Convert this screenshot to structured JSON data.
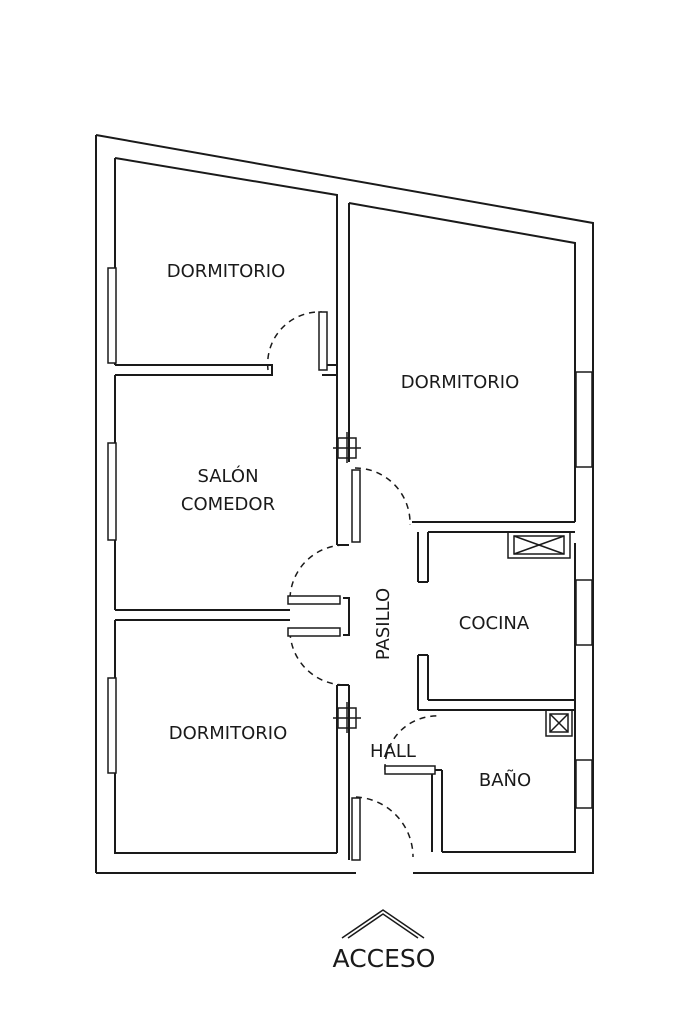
{
  "plan": {
    "rooms": {
      "dormitorio_top_left": "DORMITORIO",
      "dormitorio_top_right": "DORMITORIO",
      "salon_line1": "SALÓN",
      "salon_line2": "COMEDOR",
      "dormitorio_bottom": "DORMITORIO",
      "pasillo": "PASILLO",
      "cocina": "COCINA",
      "hall": "HALL",
      "bano": "BAÑO"
    },
    "access_label": "ACCESO"
  }
}
